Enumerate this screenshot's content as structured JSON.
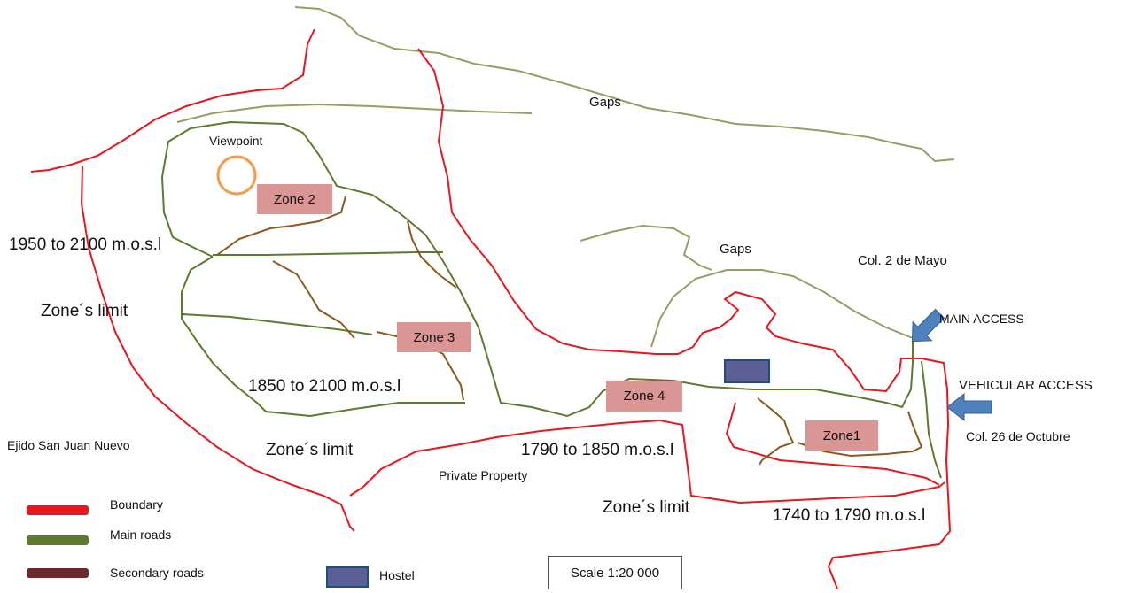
{
  "colors": {
    "boundary": "#e8161d",
    "main_roads": "#5e7a2c",
    "secondary_roads": "#8b5a1e",
    "gaps": "#9c9a66",
    "viewpoint": "#f39b4a",
    "zone_fill": "#d99694",
    "hostel_fill": "#5c5f96",
    "arrow": "#4f81bd"
  },
  "labels": {
    "gaps_top": "Gaps",
    "gaps_mid": "Gaps",
    "viewpoint": "Viewpoint",
    "col_2_mayo": "Col. 2 de Mayo",
    "main_access": "MAIN ACCESS",
    "vehicular_access": "VEHICULAR ACCESS",
    "col_26_octubre": "Col. 26 de Octubre",
    "elev_1950_2100": "1950 to 2100 m.o.s.l",
    "elev_1850_2100": "1850 to 2100 m.o.s.l",
    "elev_1790_1850": "1790 to 1850 m.o.s.l",
    "elev_1740_1790": "1740 to 1790 m.o.s.l",
    "zone_limit_left": "Zone´s limit",
    "zone_limit_center": "Zone´s limit",
    "zone_limit_bottom": "Zone´s limit",
    "ejido": "Ejido San Juan Nuevo",
    "private_property": "Private Property"
  },
  "zones": {
    "zone1": "Zone1",
    "zone2": "Zone 2",
    "zone3": "Zone 3",
    "zone4": "Zone 4"
  },
  "legend": {
    "boundary": "Boundary",
    "main_roads": "Main roads",
    "secondary_roads": "Secondary roads",
    "hostel": "Hostel"
  },
  "scale": "Scale 1:20 000"
}
